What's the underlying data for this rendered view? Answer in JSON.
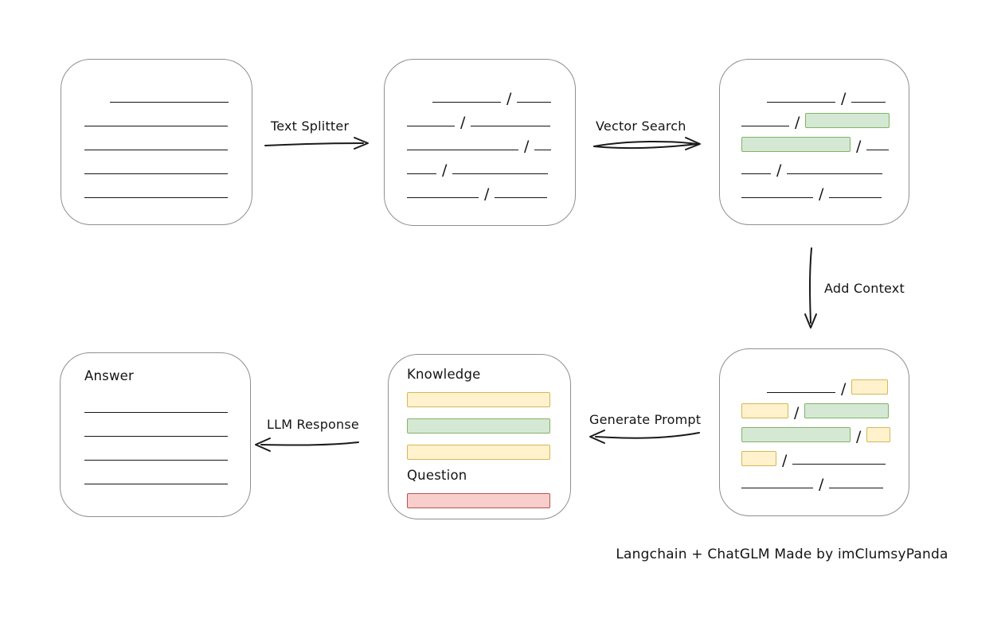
{
  "caption": "Langchain + ChatGLM Made by imClumsyPanda",
  "glyphs": {
    "slash": "/"
  },
  "colors": {
    "green_fill": "#d5e8d4",
    "green_border": "#82b366",
    "yellow_fill": "#fff2cc",
    "yellow_border": "#d6b656",
    "red_fill": "#f8cecc",
    "red_border": "#b85450"
  },
  "arrows": {
    "text_splitter": "Text Splitter",
    "vector_search": "Vector Search",
    "add_context": "Add Context",
    "generate_prompt": "Generate Prompt",
    "llm_response": "LLM Response"
  },
  "boxes": {
    "document": {
      "rows": [
        {
          "indent": 32,
          "segs": [
            {
              "t": "line",
              "w": 149
            }
          ]
        },
        {
          "segs": [
            {
              "t": "line",
              "w": 180
            }
          ]
        },
        {
          "segs": [
            {
              "t": "line",
              "w": 180
            }
          ]
        },
        {
          "segs": [
            {
              "t": "line",
              "w": 180
            }
          ]
        },
        {
          "segs": [
            {
              "t": "line",
              "w": 180
            }
          ]
        }
      ]
    },
    "split_text": {
      "rows": [
        {
          "indent": 32,
          "segs": [
            {
              "t": "line",
              "w": 86
            },
            {
              "t": "slash"
            },
            {
              "t": "line",
              "w": 43
            }
          ]
        },
        {
          "segs": [
            {
              "t": "line",
              "w": 60
            },
            {
              "t": "slash"
            },
            {
              "t": "line",
              "w": 100
            }
          ]
        },
        {
          "segs": [
            {
              "t": "line",
              "w": 140
            },
            {
              "t": "slash"
            },
            {
              "t": "line",
              "w": 21
            }
          ]
        },
        {
          "segs": [
            {
              "t": "line",
              "w": 37
            },
            {
              "t": "slash"
            },
            {
              "t": "line",
              "w": 120
            }
          ]
        },
        {
          "segs": [
            {
              "t": "line",
              "w": 90
            },
            {
              "t": "slash"
            },
            {
              "t": "line",
              "w": 66
            }
          ]
        }
      ]
    },
    "vector_matches": {
      "rows": [
        {
          "indent": 32,
          "segs": [
            {
              "t": "line",
              "w": 86
            },
            {
              "t": "slash"
            },
            {
              "t": "line",
              "w": 43
            }
          ]
        },
        {
          "segs": [
            {
              "t": "line",
              "w": 60
            },
            {
              "t": "slash"
            },
            {
              "t": "bar",
              "c": "green",
              "w": 104
            }
          ]
        },
        {
          "segs": [
            {
              "t": "bar",
              "c": "green",
              "w": 135
            },
            {
              "t": "slash"
            },
            {
              "t": "line",
              "w": 28
            }
          ]
        },
        {
          "segs": [
            {
              "t": "line",
              "w": 37
            },
            {
              "t": "slash"
            },
            {
              "t": "line",
              "w": 120
            }
          ]
        },
        {
          "segs": [
            {
              "t": "line",
              "w": 90
            },
            {
              "t": "slash"
            },
            {
              "t": "line",
              "w": 66
            }
          ]
        }
      ]
    },
    "context_chunks": {
      "rows": [
        {
          "indent": 32,
          "segs": [
            {
              "t": "line",
              "w": 86
            },
            {
              "t": "slash"
            },
            {
              "t": "bar",
              "c": "yellow",
              "w": 44
            }
          ]
        },
        {
          "segs": [
            {
              "t": "bar",
              "c": "yellow",
              "w": 57
            },
            {
              "t": "slash"
            },
            {
              "t": "bar",
              "c": "green",
              "w": 104
            }
          ]
        },
        {
          "segs": [
            {
              "t": "bar",
              "c": "green",
              "w": 135
            },
            {
              "t": "slash"
            },
            {
              "t": "bar",
              "c": "yellow",
              "w": 28
            }
          ]
        },
        {
          "segs": [
            {
              "t": "bar",
              "c": "yellow",
              "w": 42
            },
            {
              "t": "slash"
            },
            {
              "t": "line",
              "w": 117
            }
          ]
        },
        {
          "segs": [
            {
              "t": "line",
              "w": 90
            },
            {
              "t": "slash"
            },
            {
              "t": "line",
              "w": 68
            }
          ]
        }
      ]
    },
    "prompt": {
      "knowledge_label": "Knowledge",
      "question_label": "Question",
      "knowledge_rows": [
        {
          "segs": [
            {
              "t": "bar",
              "c": "yellow",
              "w": 178
            }
          ]
        },
        {
          "segs": [
            {
              "t": "bar",
              "c": "green",
              "w": 178
            }
          ]
        },
        {
          "segs": [
            {
              "t": "bar",
              "c": "yellow",
              "w": 178
            }
          ]
        }
      ],
      "question_rows": [
        {
          "segs": [
            {
              "t": "bar",
              "c": "red",
              "w": 178
            }
          ]
        }
      ]
    },
    "answer": {
      "label": "Answer",
      "rows": [
        {
          "segs": [
            {
              "t": "line",
              "w": 180
            }
          ]
        },
        {
          "segs": [
            {
              "t": "line",
              "w": 180
            }
          ]
        },
        {
          "segs": [
            {
              "t": "line",
              "w": 180
            }
          ]
        },
        {
          "segs": [
            {
              "t": "line",
              "w": 180
            }
          ]
        }
      ]
    }
  }
}
